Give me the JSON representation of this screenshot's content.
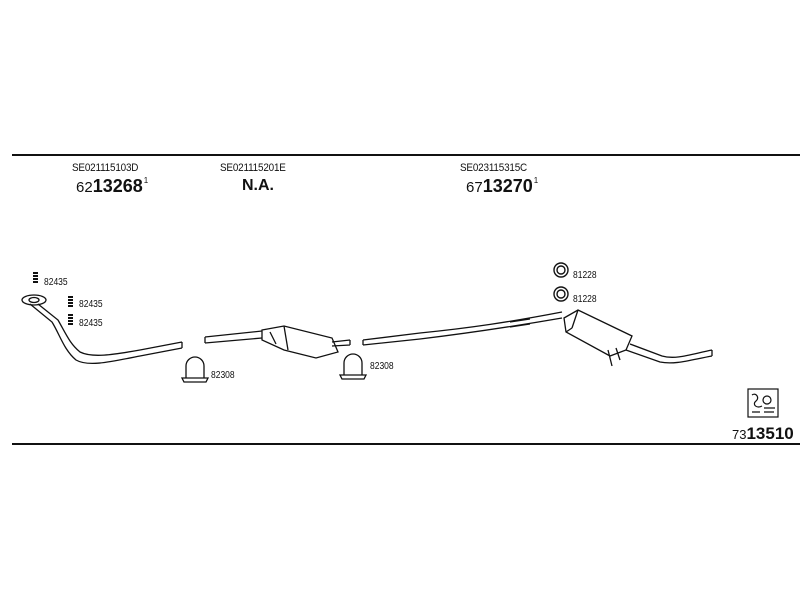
{
  "sections": [
    {
      "part_number": "SE021115103D",
      "code_prefix": "62",
      "code_main": "13268",
      "code_suffix": "1"
    },
    {
      "part_number": "SE021115201E",
      "status": "N.A."
    },
    {
      "part_number": "SE023115315C",
      "code_prefix": "67",
      "code_main": "13270",
      "code_suffix": "1"
    }
  ],
  "components": {
    "bolt_label_1": "82435",
    "bolt_label_2": "82435",
    "bolt_label_3": "82435",
    "clamp_label_1": "82308",
    "clamp_label_2": "82308",
    "ring_label_1": "81228",
    "ring_label_2": "81228"
  },
  "kit": {
    "icon": "instructions-sheet-icon",
    "code_prefix": "73",
    "code_main": "13510"
  }
}
